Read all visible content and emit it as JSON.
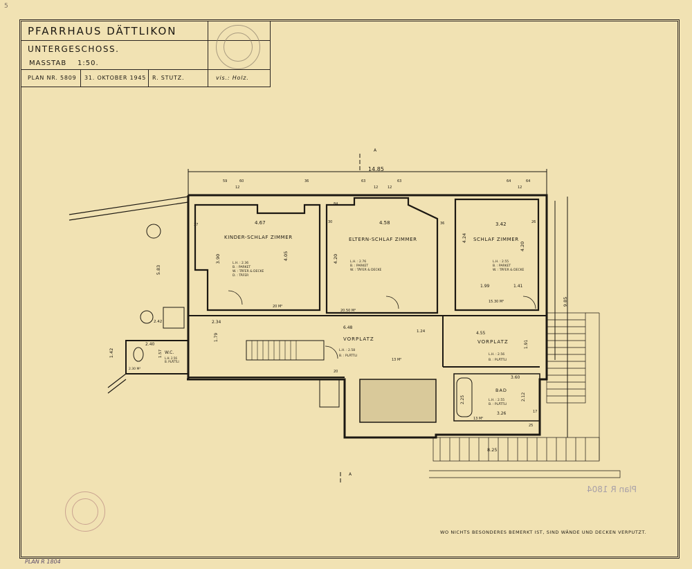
{
  "title_block": {
    "title": "PFARRHAUS DÄTTLIKON",
    "subtitle": "UNTERGESCHOSS.",
    "scale_label": "MASSTAB",
    "scale_value": "1:50.",
    "plan_nr": "PLAN NR. 5809",
    "date": "31. OKTOBER 1945",
    "author": "R. STUTZ.",
    "visum": "vis.: Holz."
  },
  "rooms": {
    "kinder": {
      "name": "KINDER-SCHLAF ZIMMER",
      "specs": [
        "L.H. : 2.36",
        "B.  : PARKET",
        "W.  : TÄFER & DECKE",
        "D.  : TÄFER"
      ],
      "area": "20 M²"
    },
    "eltern": {
      "name": "ELTERN-SCHLAF ZIMMER",
      "specs": [
        "L.H. : 2.76",
        "B.  : PARKET",
        "W.  : TÄFER & DECKE"
      ],
      "area": "20.50 M²"
    },
    "schlaf": {
      "name": "SCHLAF ZIMMER",
      "specs": [
        "L.H. : 2.55",
        "B.  : PARKET",
        "W.  : TÄFER & DECKE"
      ],
      "area": "15.30 M²"
    },
    "vorplatz1": {
      "name": "VORPLATZ",
      "specs": [
        "L.H. : 2.58",
        "B.  : PLÄTTLI"
      ],
      "area": "13 M²"
    },
    "vorplatz2": {
      "name": "VORPLATZ",
      "specs": [
        "L.H. : 2.56",
        "B.  : PLÄTTLI"
      ]
    },
    "bad": {
      "name": "BAD",
      "specs": [
        "L.H. : 2.55",
        "B.  : PLÄTTLI"
      ],
      "area": "13 M²"
    },
    "wc": {
      "name": "W.C.",
      "specs": [
        "L.H. 2.56",
        "B.  PLÄTTLI"
      ],
      "area": "2.30 M²"
    }
  },
  "dimensions": {
    "overall": "14.85",
    "kinder_w": "4.67",
    "kinder_h": "4.05",
    "kinder_h2": "3.90",
    "eltern_w": "4.58",
    "eltern_h": "4.20",
    "schlaf_w": "3.42",
    "schlaf_h": "4.24",
    "schlaf_h2": "4.20",
    "vorplatz_w1": "6.48",
    "vorplatz_w2": "4.55",
    "bad_w": "3.26",
    "bad_d1": "3.60",
    "bad_d2": "2.12",
    "bad_d3": "2.25",
    "wc_w": "2.40",
    "left_h": "5.83",
    "left_h2": "1.42",
    "right_h": "9.85",
    "bottom": "8.25",
    "stair_w": "2.34",
    "stair_h": "1.79",
    "vp_h": "1.91",
    "d_199": "1.99",
    "d_141": "1.41",
    "d_124": "1.24",
    "d_242": "2.42",
    "d_157": "1.57"
  },
  "misc": {
    "section_a": "A",
    "wall_t": [
      "59",
      "60",
      "36",
      "63",
      "63",
      "64",
      "64",
      "12",
      "12",
      "12",
      "12",
      "37",
      "30",
      "36",
      "26",
      "25",
      "20",
      "84",
      "17"
    ],
    "footer_note": "WO NICHTS BESONDERES BEMERKT IST, SIND WÄNDE UND DECKEN VERPUTZT.",
    "archive_label": "PLAN R 1804",
    "mirrored_stamp": "Plan R 1804",
    "sheet_mark": "5"
  },
  "colors": {
    "paper": "#f1e2b3",
    "ink": "#1c1812",
    "stamp": "#b07a7a"
  }
}
